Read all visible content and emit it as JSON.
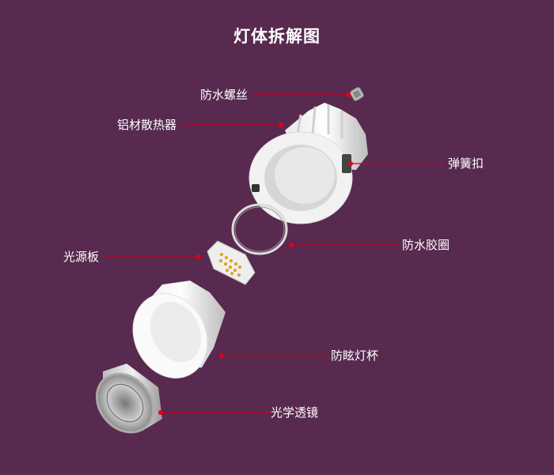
{
  "title": "灯体拆解图",
  "labels": {
    "screw": "防水螺丝",
    "heatsink": "铝材散热器",
    "spring_clip": "弹簧扣",
    "gasket": "防水胶圈",
    "led_board": "光源板",
    "reflector": "防眩灯杯",
    "lens": "光学透镜"
  },
  "colors": {
    "background": "#582a4f",
    "leader": "#c8001e"
  }
}
